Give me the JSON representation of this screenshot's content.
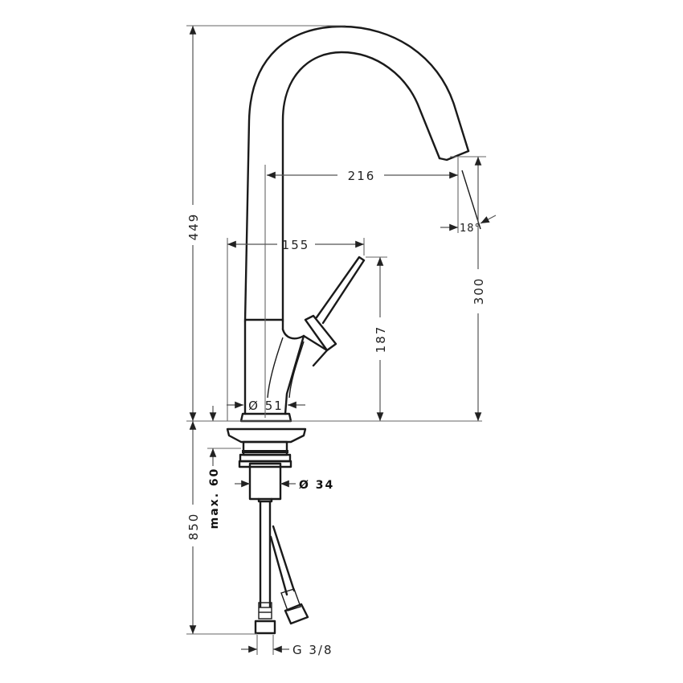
{
  "drawing": {
    "subject": "Kitchen faucet with swivel spout - dimension drawing",
    "units": "mm"
  },
  "dimensions": {
    "total_height": "449",
    "spout_reach": "216",
    "spout_angle": "18°",
    "spout_outlet_height": "300",
    "lever_reach": "155",
    "lever_height": "187",
    "base_diameter": "Ø 51",
    "shank_diameter": "Ø 34",
    "max_deck_thickness": "max. 60",
    "hose_length": "850",
    "connection_thread": "G 3/8"
  },
  "colors": {
    "line": "#1a1a1a",
    "dimension_line": "#555555",
    "background": "#ffffff"
  }
}
